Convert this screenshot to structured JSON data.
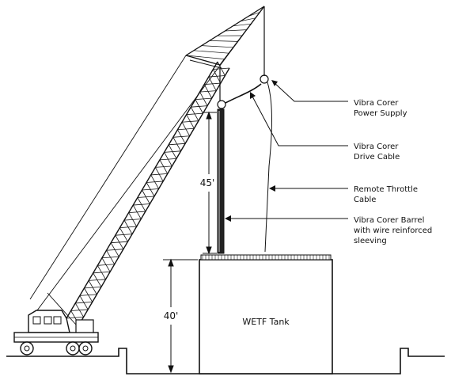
{
  "labels": {
    "power_supply": [
      "Vibra Corer",
      "Power Supply"
    ],
    "drive_cable": [
      "Vibra Corer",
      "Drive Cable"
    ],
    "throttle_cable": [
      "Remote Throttle",
      "Cable"
    ],
    "corer_barrel": [
      "Vibra Corer Barrel",
      "with wire reinforced",
      "sleeving"
    ]
  },
  "dimensions": {
    "barrel_length": "45'",
    "tank_height": "40'"
  },
  "tank_label": "WETF Tank"
}
